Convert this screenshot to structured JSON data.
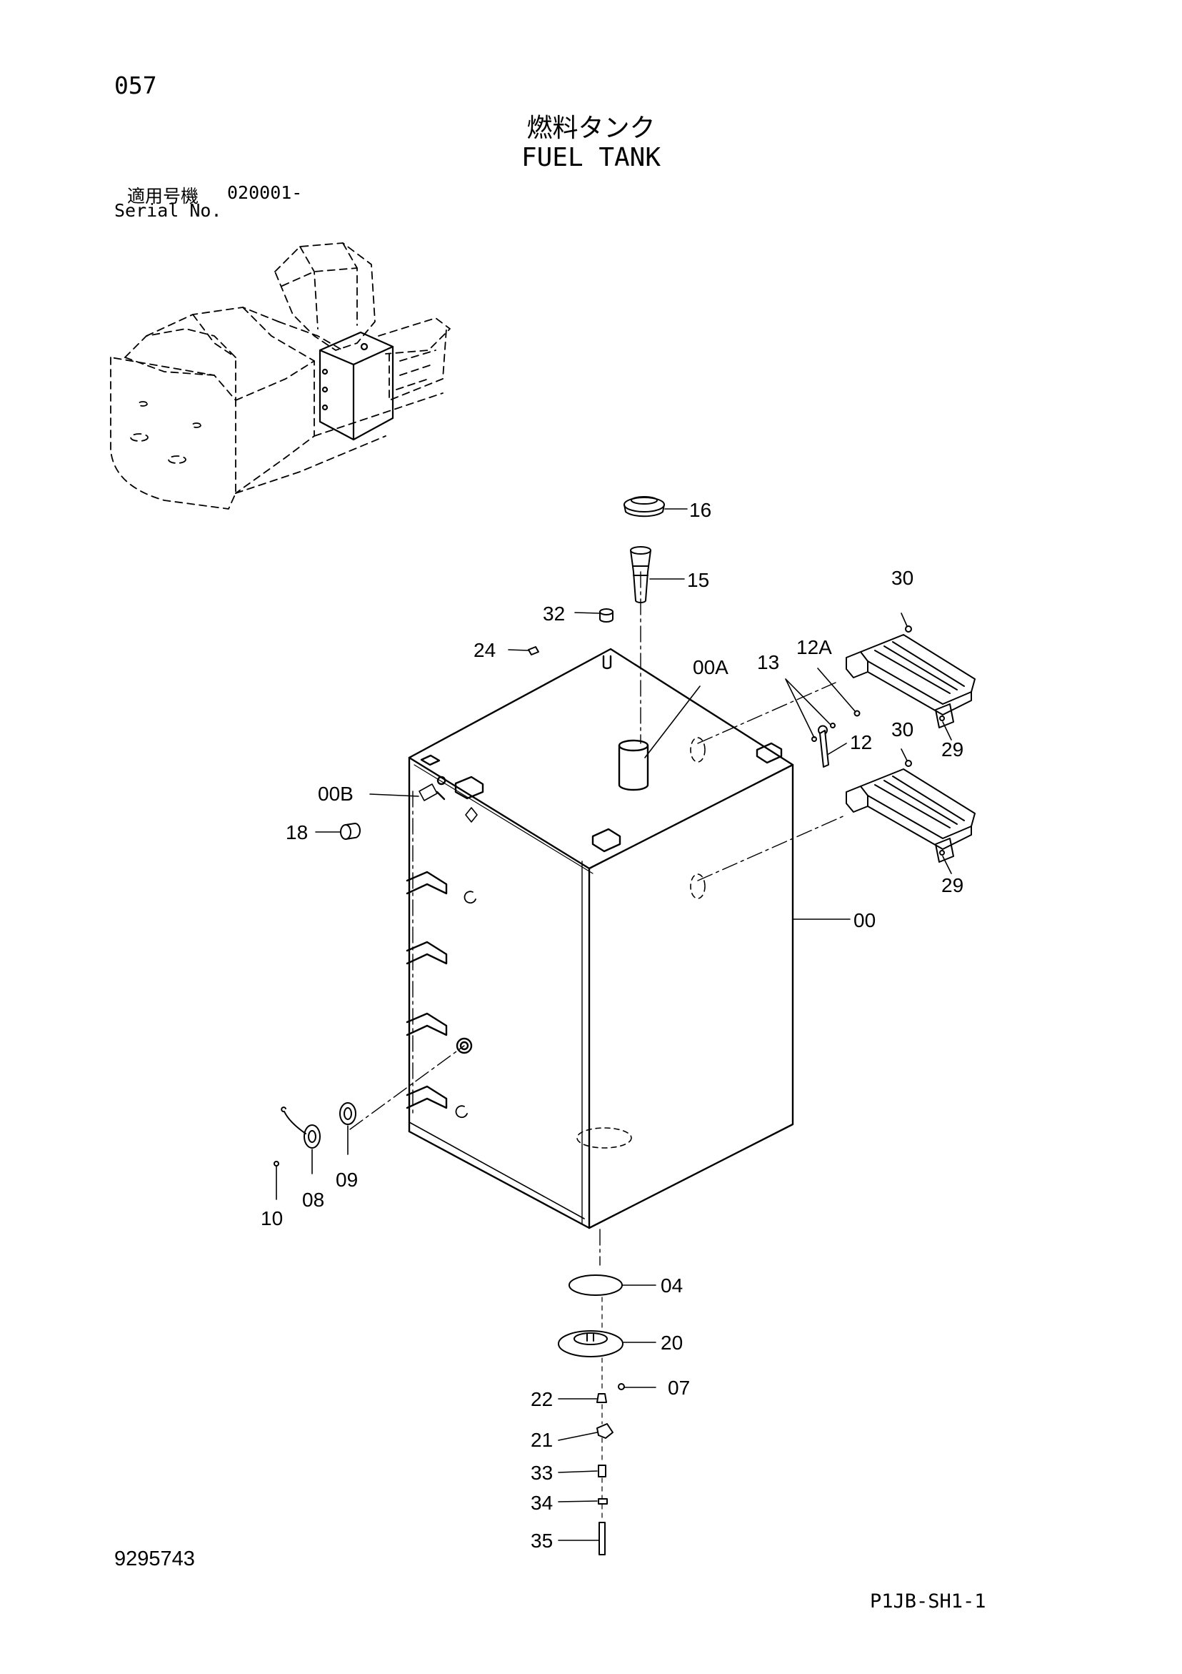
{
  "header": {
    "page_number": "057",
    "title_jp": "燃料タンク",
    "title_en": "FUEL TANK",
    "serial_label_jp": "適用号機",
    "serial_range": "020001-",
    "serial_label_en": "Serial No."
  },
  "footer": {
    "document_number": "9295743",
    "sheet_id": "P1JB-SH1-1"
  },
  "parts": {
    "p16": "16",
    "p15": "15",
    "p32": "32",
    "p24": "24",
    "p00A": "00A",
    "p13": "13",
    "p12A": "12A",
    "p30a": "30",
    "p12": "12",
    "p30b": "30",
    "p29a": "29",
    "p29b": "29",
    "p00B": "00B",
    "p18": "18",
    "p00": "00",
    "p09": "09",
    "p08": "08",
    "p10": "10",
    "p04": "04",
    "p20": "20",
    "p07": "07",
    "p22": "22",
    "p21": "21",
    "p33": "33",
    "p34": "34",
    "p35": "35"
  }
}
